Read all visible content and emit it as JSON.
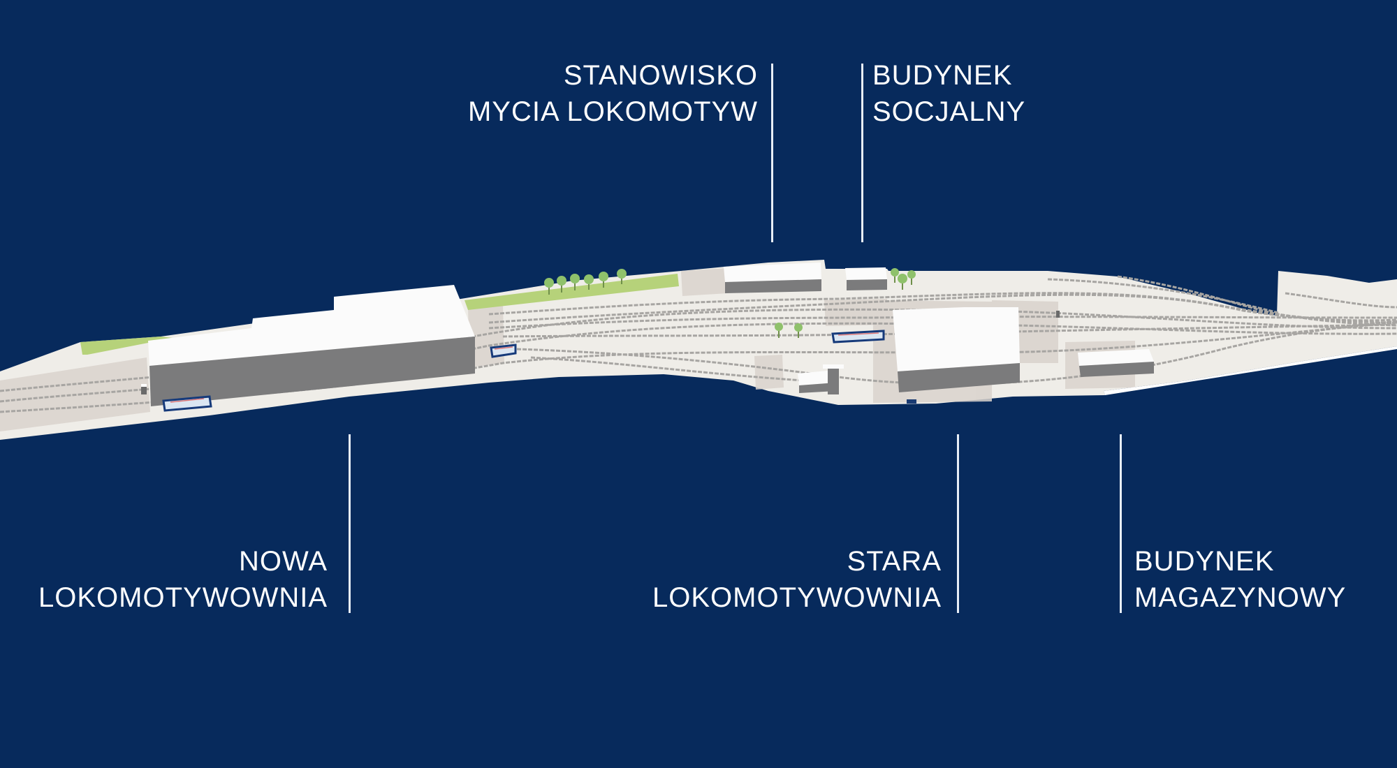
{
  "title": "Depot site plan",
  "colors": {
    "background": "#072a5c",
    "yard": "#efede8",
    "yard_paved": "#d9d2cc",
    "track": "#a7a5a2",
    "building_roof": "#fbfbfb",
    "building_wall": "#7b7b7c",
    "greenery": "#b6d27a",
    "tree": "#8fc16b",
    "train_outline": "#163a7a",
    "label_text": "#ffffff",
    "leader_line": "#e8eef7"
  },
  "labels": {
    "washing_station": {
      "line1": "STANOWISKO",
      "line2": "MYCIA LOKOMOTYW"
    },
    "social_building": {
      "line1": "BUDYNEK",
      "line2": "SOCJALNY"
    },
    "new_depot": {
      "line1": "NOWA",
      "line2": "LOKOMOTYWOWNIA"
    },
    "old_depot": {
      "line1": "STARA",
      "line2": "LOKOMOTYWOWNIA"
    },
    "warehouse": {
      "line1": "BUDYNEK",
      "line2": "MAGAZYNOWY"
    }
  },
  "map": {
    "icons": [
      "building-icon",
      "tree-icon",
      "train-icon",
      "railway-track-icon"
    ]
  }
}
